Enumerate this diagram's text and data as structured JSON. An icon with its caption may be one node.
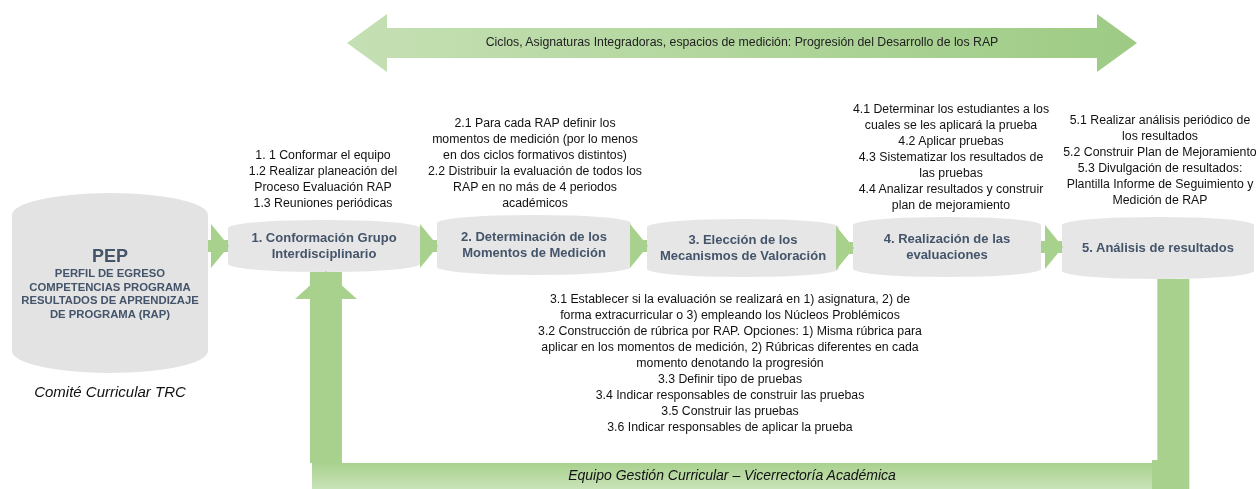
{
  "diagram": {
    "nodes": [
      {
        "text": [
          "PEP",
          "PERFIL DE EGRESO COMPETENCIAS PROGRAMA RESULTADOS DE APRENDIZAJE DE PROGRAMA (RAP)"
        ],
        "beside": [
          "Comité Curricular TRC"
        ]
      },
      {
        "text": [
          "1. Conformación Grupo Interdisciplinario"
        ],
        "beside": [
          "1. 1 Conformar el equipo",
          "1.2 Realizar planeación del Proceso Evaluación RAP",
          "1.3 Reuniones periódicas"
        ]
      },
      {
        "text": [
          "2. Determinación de los Momentos de Medición"
        ],
        "beside": [
          "2.1 Para cada RAP definir los momentos de medición (por lo menos en dos ciclos formativos distintos)",
          "2.2 Distribuir la evaluación de todos los RAP en no más de 4 periodos académicos"
        ]
      },
      {
        "text": [
          "3. Elección de los Mecanismos de Valoración"
        ],
        "beside": [
          "3.1  Establecer si la evaluación se realizará en 1) asignatura, 2) de forma extracurricular o 3) empleando los Núcleos Problémicos",
          "3.2 Construcción de rúbrica por RAP. Opciones: 1) Misma rúbrica para aplicar en los momentos de medición, 2) Rúbricas diferentes en cada momento denotando la progresión",
          "3.3 Definir tipo de pruebas",
          "3.4 Indicar responsables de construir las pruebas",
          "3.5 Construir las pruebas",
          "3.6 Indicar responsables de aplicar la prueba"
        ]
      },
      {
        "text": [
          "4. Realización de las evaluaciones"
        ],
        "beside": [
          "4.1 Determinar los estudiantes a los cuales se les aplicará la prueba",
          "4.2 Aplicar pruebas",
          "4.3 Sistematizar los resultados de las pruebas",
          "4.4 Analizar resultados y construir plan de mejoramiento"
        ]
      },
      {
        "text": [
          "5. Análisis de resultados"
        ],
        "beside": [
          "5.1 Realizar análisis periódico de los resultados",
          "5.2 Construir Plan de Mejoramiento",
          "5.3 Divulgación de resultados: Plantilla Informe de Seguimiento y Medición de RAP"
        ]
      },
      {
        "text": [
          "Ciclos, Asignaturas Integradoras, espacios de medición: Progresión del Desarrollo de los RAP"
        ]
      },
      {
        "text": [
          "Equipo Gestión Curricular – Vicerrectoría Académica"
        ]
      }
    ],
    "edges": [
      {
        "from": 0,
        "to": 1,
        "arrow": "to"
      },
      {
        "from": 1,
        "to": 2,
        "arrow": "to"
      },
      {
        "from": 2,
        "to": 3,
        "arrow": "to"
      },
      {
        "from": 3,
        "to": 4,
        "arrow": "to"
      },
      {
        "from": 4,
        "to": 5,
        "arrow": "to"
      },
      {
        "from": 5,
        "to": 7,
        "arrow": "none",
        "style": "thick"
      },
      {
        "from": 7,
        "to": 1,
        "arrow": "to",
        "style": "thick"
      }
    ]
  }
}
